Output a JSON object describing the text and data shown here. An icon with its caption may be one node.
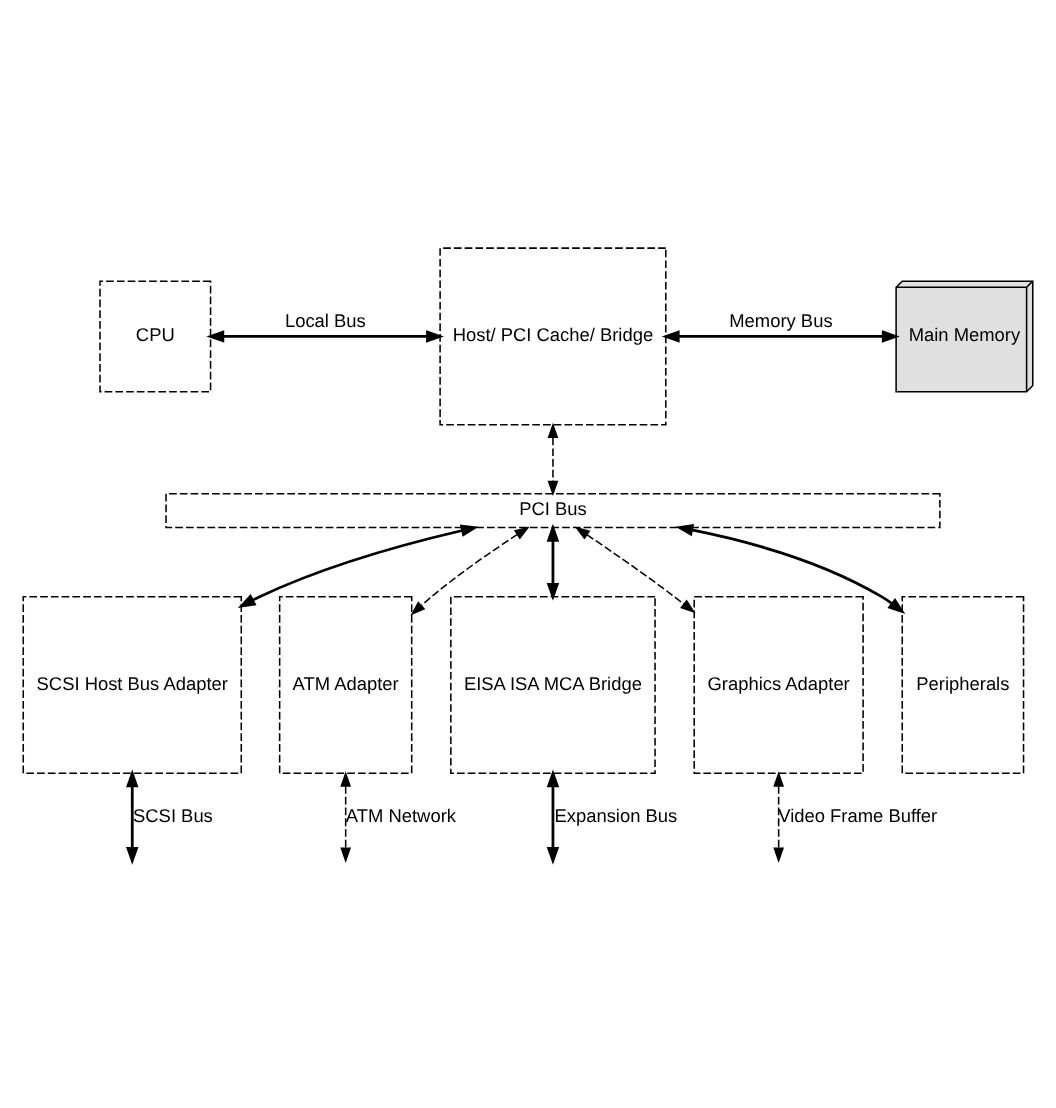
{
  "diagram": {
    "nodes": [
      {
        "text": [
          "CPU"
        ]
      },
      {
        "text": [
          "Host/ PCI Cache/ Bridge"
        ]
      },
      {
        "text": [
          "Main Memory"
        ]
      },
      {
        "text": [
          "PCI Bus"
        ]
      },
      {
        "text": [
          "SCSI Host Bus Adapter"
        ]
      },
      {
        "text": [
          "ATM Adapter"
        ]
      },
      {
        "text": [
          "EISA ISA MCA Bridge"
        ]
      },
      {
        "text": [
          "Graphics Adapter"
        ]
      },
      {
        "text": [
          "Peripherals"
        ]
      }
    ],
    "edges": [
      {
        "from": 0,
        "to": 1,
        "arrow": "both",
        "label": "Local Bus"
      },
      {
        "from": 1,
        "to": 2,
        "arrow": "both",
        "label": "Memory Bus"
      },
      {
        "from": 1,
        "to": 3,
        "arrow": "both",
        "style": "dashed"
      },
      {
        "from": 3,
        "to": 4,
        "arrow": "both"
      },
      {
        "from": 3,
        "to": 5,
        "arrow": "both",
        "style": "dashed"
      },
      {
        "from": 3,
        "to": 6,
        "arrow": "both"
      },
      {
        "from": 3,
        "to": 7,
        "arrow": "both",
        "style": "dashed"
      },
      {
        "from": 3,
        "to": 8,
        "arrow": "both"
      },
      {
        "from": 4,
        "to": null,
        "arrow": "both",
        "label": "SCSI Bus"
      },
      {
        "from": 5,
        "to": null,
        "arrow": "both",
        "style": "dashed",
        "label": "ATM Network"
      },
      {
        "from": 6,
        "to": null,
        "arrow": "both",
        "label": "Expansion Bus"
      },
      {
        "from": 7,
        "to": null,
        "arrow": "both",
        "style": "dashed",
        "label": "Video Frame Buffer"
      }
    ]
  }
}
